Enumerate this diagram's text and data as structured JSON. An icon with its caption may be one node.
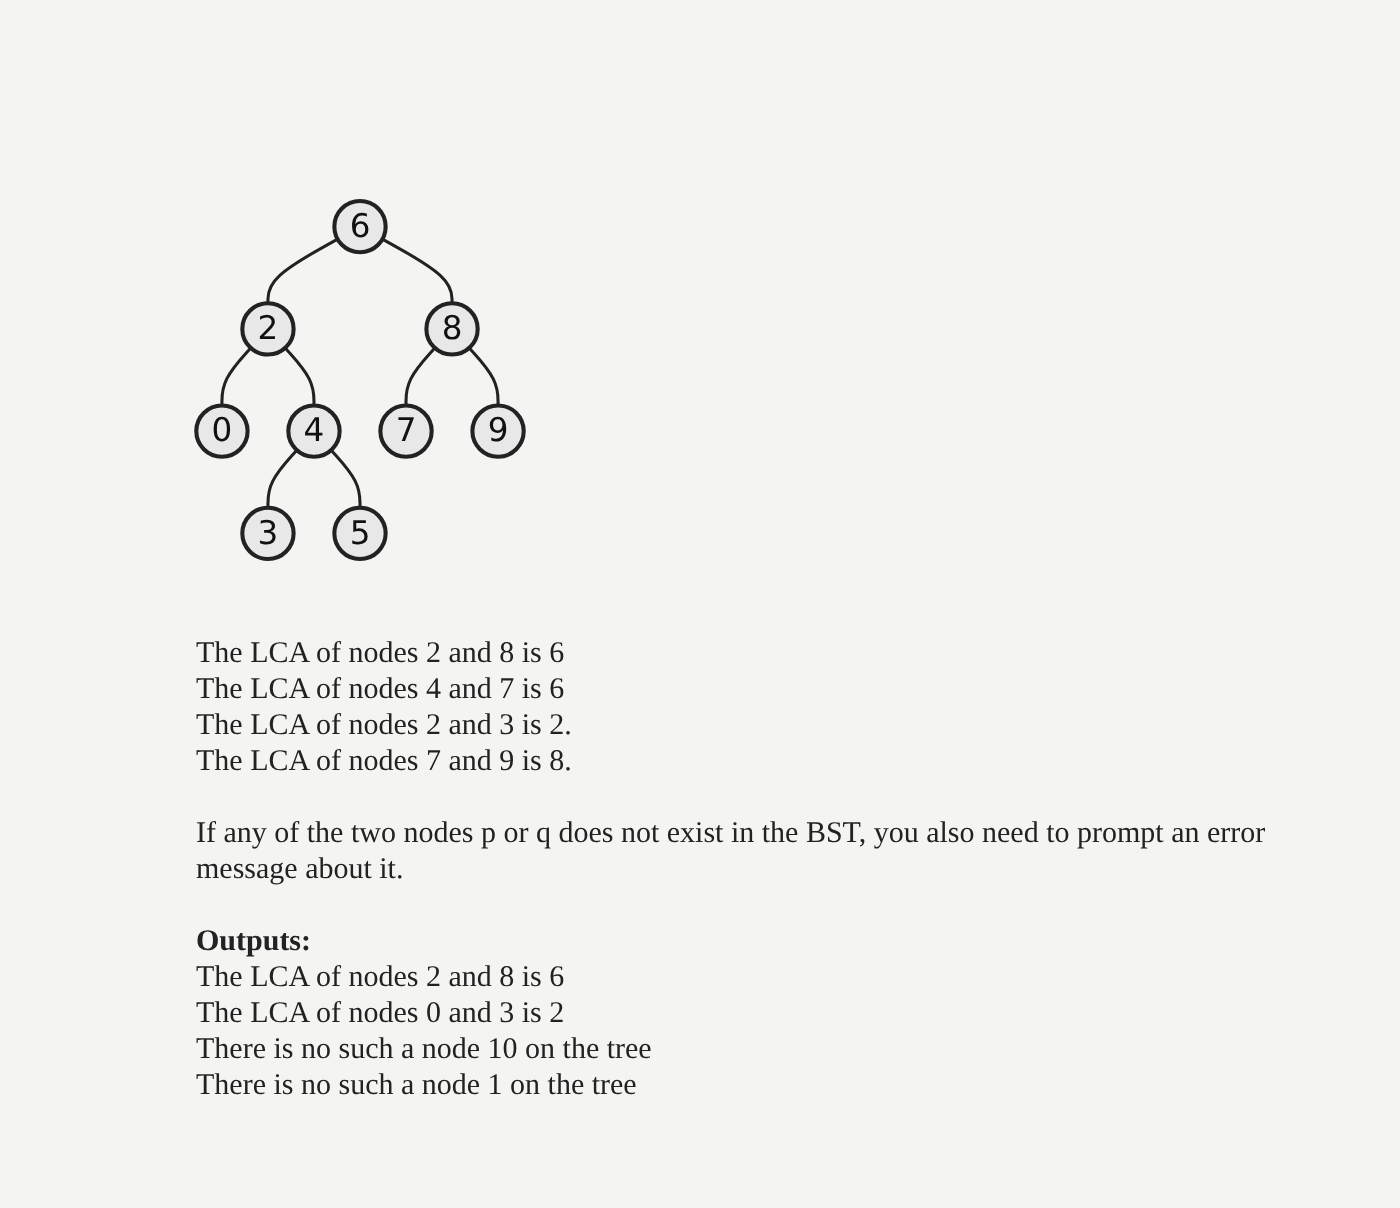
{
  "diagram": {
    "nodes": [
      {
        "text": [
          "6"
        ]
      },
      {
        "text": [
          "2"
        ]
      },
      {
        "text": [
          "8"
        ]
      },
      {
        "text": [
          "0"
        ]
      },
      {
        "text": [
          "4"
        ]
      },
      {
        "text": [
          "7"
        ]
      },
      {
        "text": [
          "9"
        ]
      },
      {
        "text": [
          "3"
        ]
      },
      {
        "text": [
          "5"
        ]
      }
    ],
    "edges": [
      {
        "from": 0,
        "to": 1,
        "arrow": "none"
      },
      {
        "from": 0,
        "to": 2,
        "arrow": "none"
      },
      {
        "from": 1,
        "to": 3,
        "arrow": "none"
      },
      {
        "from": 1,
        "to": 4,
        "arrow": "none"
      },
      {
        "from": 2,
        "to": 5,
        "arrow": "none"
      },
      {
        "from": 2,
        "to": 6,
        "arrow": "none"
      },
      {
        "from": 4,
        "to": 7,
        "arrow": "none"
      },
      {
        "from": 4,
        "to": 8,
        "arrow": "none"
      }
    ],
    "labels": [
      "The LCA of nodes 2 and 8 is 6",
      "The LCA of nodes 4 and 7 is 6",
      "The LCA of nodes 2 and 3 is 2.",
      "The LCA of nodes 7 and 9 is 8.",
      "If any of the two nodes p or q does not exist in the BST, you also need to prompt an error message about it.",
      "Outputs:",
      "The LCA of nodes 2 and 8 is 6",
      "The LCA of nodes 0 and 3 is 2",
      "There is no such a node 10 on the tree",
      "There is no such a node 1 on the tree"
    ]
  }
}
